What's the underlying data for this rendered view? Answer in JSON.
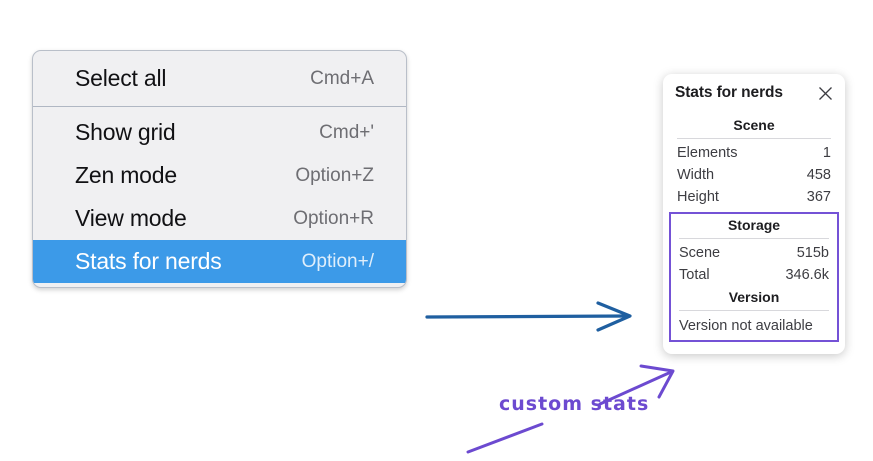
{
  "context_menu": {
    "groups": [
      {
        "items": [
          {
            "label": "Select all",
            "shortcut": "Cmd+A",
            "selected": false
          }
        ]
      },
      {
        "items": [
          {
            "label": "Show grid",
            "shortcut": "Cmd+'",
            "selected": false
          },
          {
            "label": "Zen mode",
            "shortcut": "Option+Z",
            "selected": false
          },
          {
            "label": "View mode",
            "shortcut": "Option+R",
            "selected": false
          },
          {
            "label": "Stats for nerds",
            "shortcut": "Option+/",
            "selected": true
          }
        ]
      }
    ],
    "highlight_color": "#3c9ae8"
  },
  "stats_panel": {
    "title": "Stats for nerds",
    "close_icon": "close-icon",
    "scene": {
      "header": "Scene",
      "rows": [
        {
          "label": "Elements",
          "value": "1"
        },
        {
          "label": "Width",
          "value": "458"
        },
        {
          "label": "Height",
          "value": "367"
        }
      ]
    },
    "storage": {
      "header": "Storage",
      "rows": [
        {
          "label": "Scene",
          "value": "515b"
        },
        {
          "label": "Total",
          "value": "346.6k"
        }
      ]
    },
    "version": {
      "header": "Version",
      "note": "Version not available"
    },
    "highlight_border_color": "#7452d6"
  },
  "annotations": {
    "label": "custom stats",
    "label_color": "#6c4ad0",
    "blue_arrow_color": "#1f5fa0",
    "purple_stroke_color": "#6c4ad0"
  }
}
